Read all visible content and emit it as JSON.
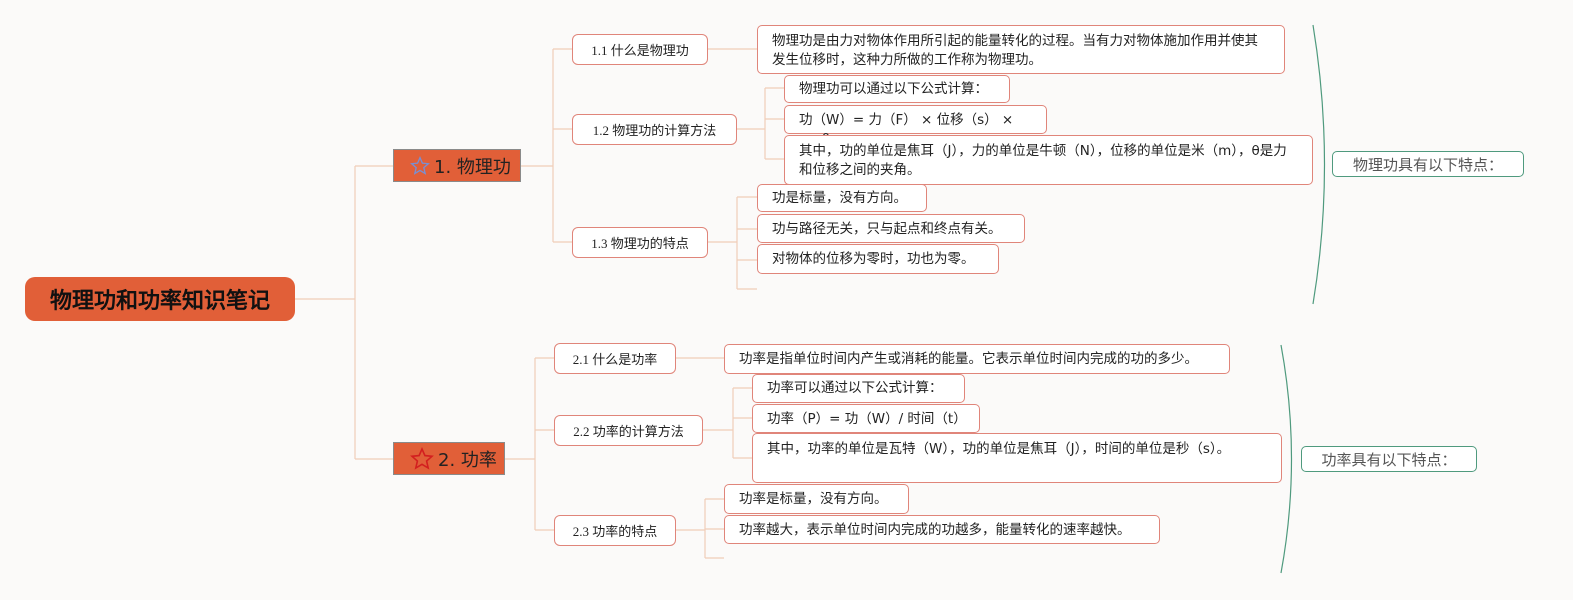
{
  "root": {
    "title": "物理功和功率知识笔记"
  },
  "colors": {
    "accent": "#e15f38",
    "line": "#f0cdb8",
    "border": "#e0857a",
    "summary": "#4f9a7e"
  },
  "branches": [
    {
      "title": "1. 物理功",
      "icon": "star-outline-icon",
      "summary": "物理功具有以下特点：",
      "subs": [
        {
          "label": "1.1 什么是物理功",
          "leaves": [
            "物理功是由力对物体作用所引起的能量转化的过程。当有力对物体施加作用并使其发生位移时，这种力所做的工作称为物理功。"
          ]
        },
        {
          "label": "1.2 物理功的计算方法",
          "leaves": [
            "物理功可以通过以下公式计算：",
            "功（W）= 力（F） × 位移（s） × cosθ",
            "其中，功的单位是焦耳（J），力的单位是牛顿（N），位移的单位是米（m），θ是力和位移之间的夹角。"
          ]
        },
        {
          "label": "1.3 物理功的特点",
          "leaves": [
            "功是标量，没有方向。",
            "功与路径无关，只与起点和终点有关。",
            "对物体的位移为零时，功也为零。"
          ]
        }
      ]
    },
    {
      "title": "2. 功率",
      "icon": "star-red-outline-icon",
      "summary": "功率具有以下特点：",
      "subs": [
        {
          "label": "2.1 什么是功率",
          "leaves": [
            "功率是指单位时间内产生或消耗的能量。它表示单位时间内完成的功的多少。"
          ]
        },
        {
          "label": "2.2 功率的计算方法",
          "leaves": [
            "功率可以通过以下公式计算：",
            "功率（P）= 功（W）/ 时间（t）",
            "其中，功率的单位是瓦特（W），功的单位是焦耳（J），时间的单位是秒（s）。"
          ]
        },
        {
          "label": "2.3 功率的特点",
          "leaves": [
            "功率是标量，没有方向。",
            "功率越大，表示单位时间内完成的功越多，能量转化的速率越快。"
          ]
        }
      ]
    }
  ]
}
